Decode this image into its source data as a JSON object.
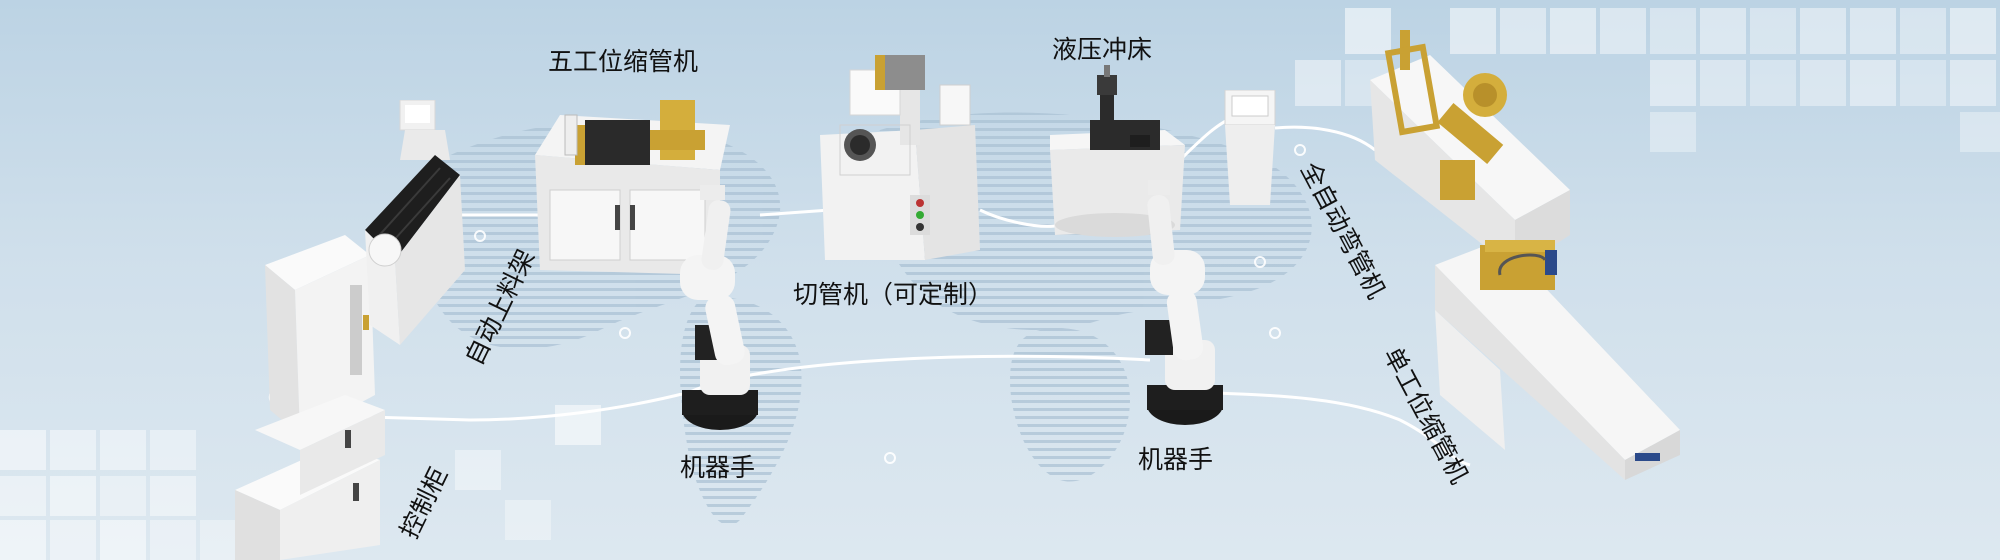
{
  "labels": {
    "five_station_shrinker": "五工位缩管机",
    "hydraulic_press": "液压冲床",
    "pipe_cutter": "切管机（可定制）",
    "auto_loader": "自动上料架",
    "auto_bender": "全自动弯管机",
    "robot_left": "机器手",
    "robot_right": "机器手",
    "single_station_shrinker": "单工位缩管机",
    "control_cabinet": "控制柜"
  },
  "colors": {
    "background": "#c6d9e8",
    "machine_white": "#f2f2f0",
    "brass": "#c9a133",
    "robot_base": "#1e1e1e",
    "cable": "#ffffff"
  }
}
